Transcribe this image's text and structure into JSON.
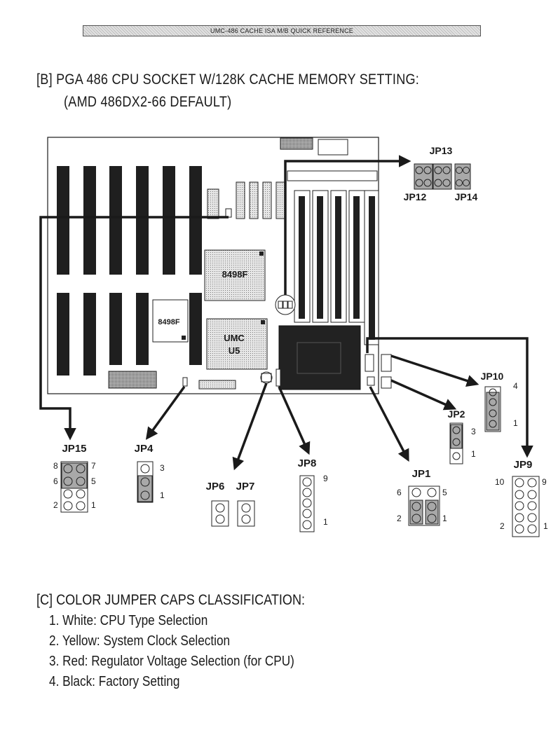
{
  "banner": "UMC-486 CACHE ISA M/B QUICK REFERENCE",
  "section_b": {
    "line1": "[B] PGA 486 CPU SOCKET W/128K CACHE MEMORY SETTING:",
    "line2": "(AMD 486DX2-66 DEFAULT)"
  },
  "board": {
    "chip1": "8498F",
    "chip2": "8498F",
    "chip3_line1": "UMC",
    "chip3_line2": "U5"
  },
  "jumpers": {
    "jp13": "JP13",
    "jp12": "JP12",
    "jp14": "JP14",
    "jp10": "JP10",
    "jp10_pin_top": "4",
    "jp10_pin_bottom": "1",
    "jp2": "JP2",
    "jp2_pin_top": "3",
    "jp2_pin_bottom": "1",
    "jp15": "JP15",
    "jp15_pin8": "8",
    "jp15_pin7": "7",
    "jp15_pin6": "6",
    "jp15_pin5": "5",
    "jp15_pin2": "2",
    "jp15_pin1": "1",
    "jp4": "JP4",
    "jp4_pin_top": "3",
    "jp4_pin_bottom": "1",
    "jp6": "JP6",
    "jp7": "JP7",
    "jp8": "JP8",
    "jp8_pin_top": "9",
    "jp8_pin_bottom": "1",
    "jp1": "JP1",
    "jp1_pin6": "6",
    "jp1_pin5": "5",
    "jp1_pin2": "2",
    "jp1_pin1": "1",
    "jp9": "JP9",
    "jp9_pin10": "10",
    "jp9_pin9": "9",
    "jp9_pin2": "2",
    "jp9_pin1": "1"
  },
  "section_c": {
    "heading": "[C]  COLOR JUMPER CAPS CLASSIFICATION:",
    "items": [
      "1. White: CPU Type Selection",
      "2. Yellow: System Clock Selection",
      "3. Red: Regulator Voltage Selection (for CPU)",
      "4. Black: Factory Setting"
    ]
  },
  "colors": {
    "ink": "#1a1a1a",
    "jumper_cap": "#a8a8a8",
    "chip_fill": "#d4d4d4",
    "cpu_fill": "#222222"
  }
}
